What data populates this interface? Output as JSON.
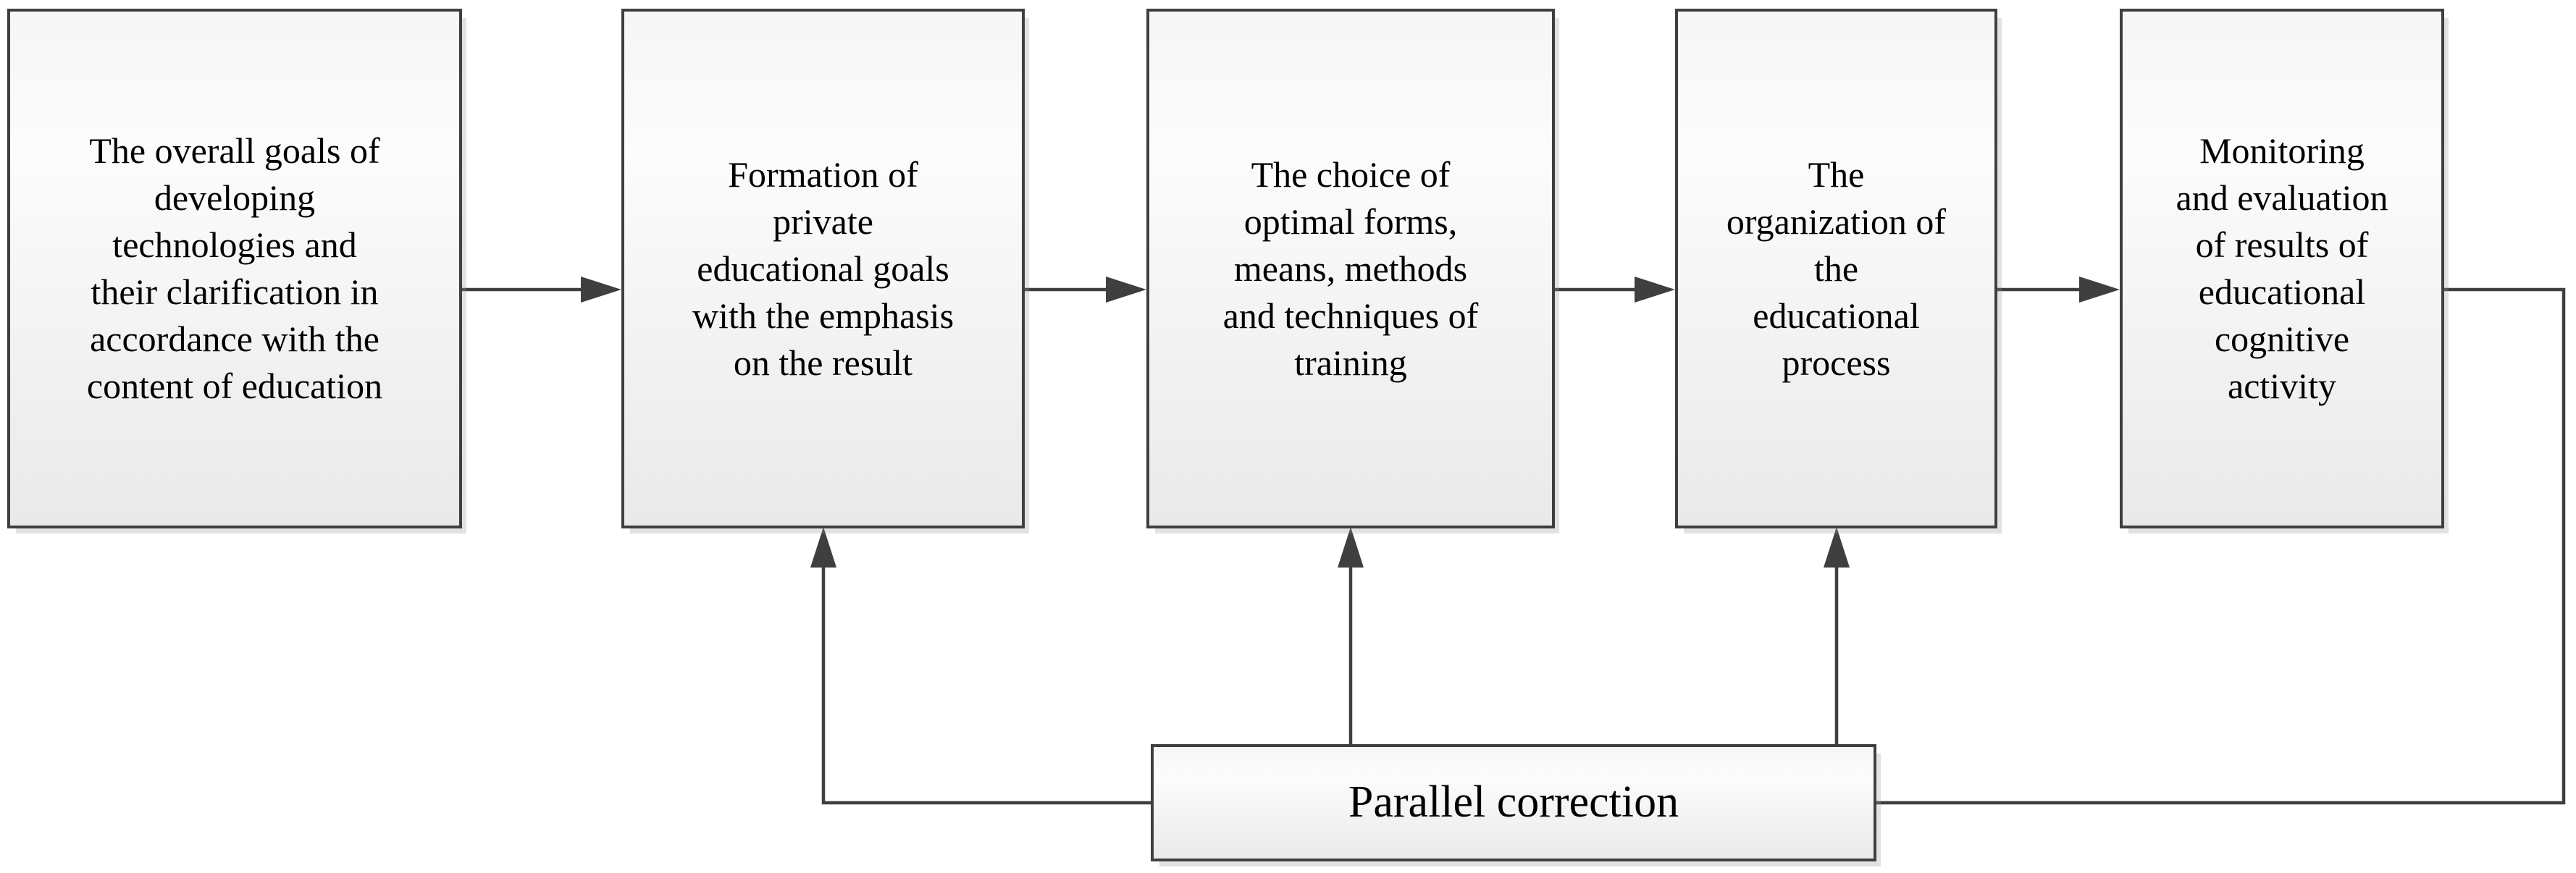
{
  "diagram": {
    "type": "flowchart",
    "boxes": {
      "box1": {
        "text": "The overall goals of\ndeveloping\ntechnologies and\ntheir clarification in\naccordance with the\ncontent of education"
      },
      "box2": {
        "text": "Formation of\nprivate\neducational goals\nwith the emphasis\non the result"
      },
      "box3": {
        "text": "The choice of\noptimal forms,\nmeans, methods\nand techniques of\ntraining"
      },
      "box4": {
        "text": "The\norganization of\nthe\neducational\nprocess"
      },
      "box5": {
        "text": "Monitoring\nand evaluation\nof results of\neducational\ncognitive\nactivity"
      },
      "correction": {
        "text": "Parallel correction"
      }
    },
    "edges": [
      {
        "from": "box1",
        "to": "box2",
        "style": "arrow"
      },
      {
        "from": "box2",
        "to": "box3",
        "style": "arrow"
      },
      {
        "from": "box3",
        "to": "box4",
        "style": "arrow"
      },
      {
        "from": "box4",
        "to": "box5",
        "style": "arrow"
      },
      {
        "from": "box5",
        "to": "correction",
        "style": "plain-line-right-loop"
      },
      {
        "from": "correction",
        "to": "box2",
        "style": "arrow"
      },
      {
        "from": "correction",
        "to": "box3",
        "style": "arrow"
      },
      {
        "from": "correction",
        "to": "box4",
        "style": "arrow"
      }
    ],
    "colors": {
      "line": "#3f3f3f",
      "box_border": "#3f3f3f",
      "box_fill_top": "#f6f6f6",
      "box_fill_bottom": "#e9e9e9",
      "text": "#000000",
      "background": "#ffffff"
    }
  }
}
